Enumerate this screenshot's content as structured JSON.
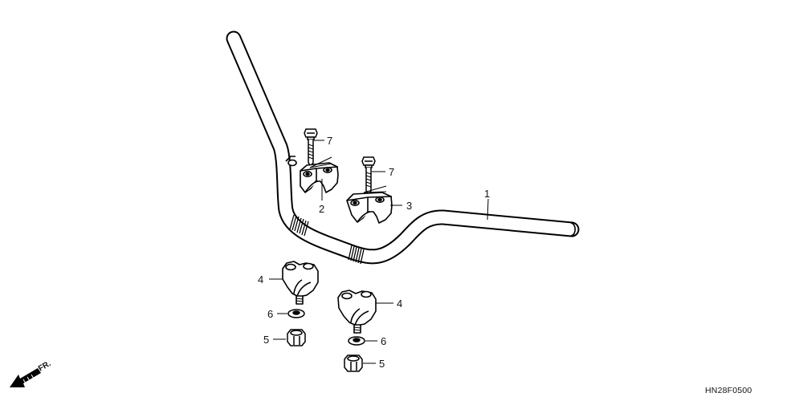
{
  "diagram": {
    "code": "HN28F0500",
    "direction_label": "FR.",
    "callouts": [
      {
        "id": "c1",
        "text": "1"
      },
      {
        "id": "c2",
        "text": "2"
      },
      {
        "id": "c3",
        "text": "3"
      },
      {
        "id": "c4a",
        "text": "4"
      },
      {
        "id": "c4b",
        "text": "4"
      },
      {
        "id": "c5a",
        "text": "5"
      },
      {
        "id": "c5b",
        "text": "5"
      },
      {
        "id": "c6a",
        "text": "6"
      },
      {
        "id": "c6b",
        "text": "6"
      },
      {
        "id": "c7a",
        "text": "7"
      },
      {
        "id": "c7b",
        "text": "7"
      }
    ]
  }
}
